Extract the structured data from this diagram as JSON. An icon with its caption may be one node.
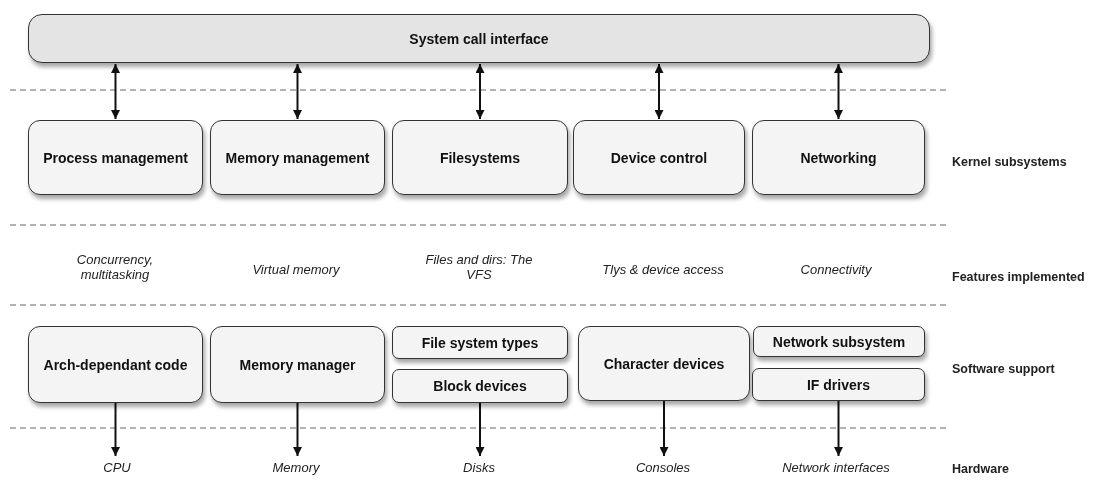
{
  "diagram": {
    "nodes": [
      {
        "text": [
          "System call interface"
        ]
      },
      {
        "text": [
          "Process management"
        ]
      },
      {
        "text": [
          "Memory management"
        ]
      },
      {
        "text": [
          "Filesystems"
        ]
      },
      {
        "text": [
          "Device control"
        ]
      },
      {
        "text": [
          "Networking"
        ]
      },
      {
        "text": [
          "Arch-dependant code"
        ]
      },
      {
        "text": [
          "Memory manager"
        ]
      },
      {
        "text": [
          "File system types"
        ]
      },
      {
        "text": [
          "Block devices"
        ]
      },
      {
        "text": [
          "Character devices"
        ]
      },
      {
        "text": [
          "Network subsystem"
        ]
      },
      {
        "text": [
          "IF drivers"
        ]
      },
      {
        "text": [
          "CPU"
        ]
      },
      {
        "text": [
          "Memory"
        ]
      },
      {
        "text": [
          "Disks"
        ]
      },
      {
        "text": [
          "Consoles"
        ]
      },
      {
        "text": [
          "Network interfaces"
        ]
      }
    ],
    "edges": [
      {
        "from": 0,
        "to": 1,
        "arrow": "both"
      },
      {
        "from": 0,
        "to": 2,
        "arrow": "both"
      },
      {
        "from": 0,
        "to": 3,
        "arrow": "both"
      },
      {
        "from": 0,
        "to": 4,
        "arrow": "both"
      },
      {
        "from": 0,
        "to": 5,
        "arrow": "both"
      },
      {
        "from": 6,
        "to": 13,
        "arrow": "to"
      },
      {
        "from": 7,
        "to": 14,
        "arrow": "to"
      },
      {
        "from": 9,
        "to": 15,
        "arrow": "to"
      },
      {
        "from": 10,
        "to": 16,
        "arrow": "to"
      },
      {
        "from": 12,
        "to": 17,
        "arrow": "to"
      }
    ],
    "labels": [
      "Kernel subsystems",
      "Concurrency, multitasking",
      "Virtual memory",
      "Files and dirs: The VFS",
      "Tlys & device access",
      "Connectivity",
      "Features implemented",
      "Software support",
      "Hardware"
    ]
  }
}
